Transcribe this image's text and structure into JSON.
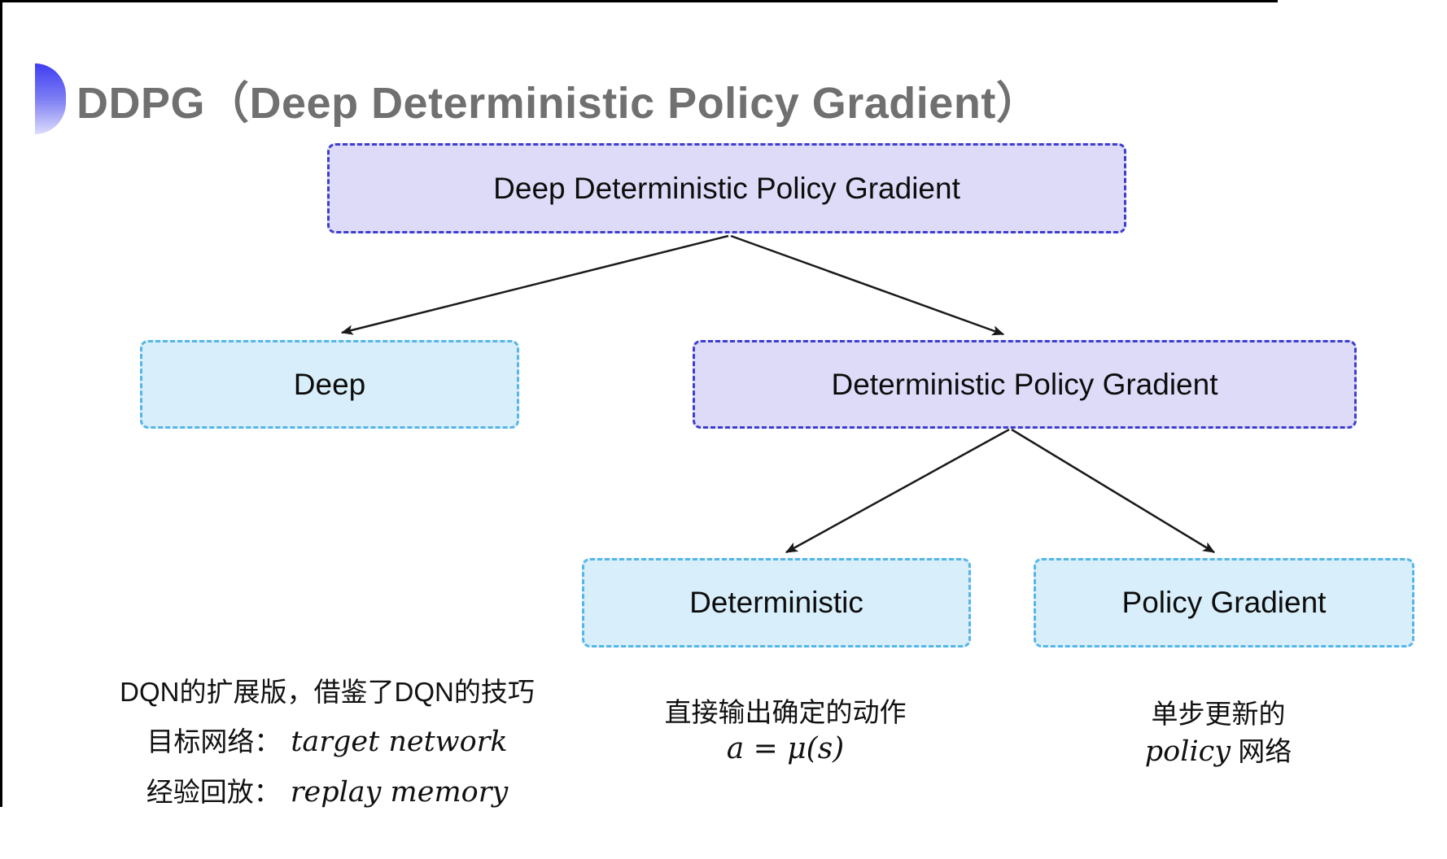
{
  "frame": {
    "title": "DDPG（Deep Deterministic Policy Gradient）"
  },
  "tree": {
    "root": "Deep Deterministic Policy Gradient",
    "deep": "Deep",
    "dpg": "Deterministic Policy Gradient",
    "deterministic": "Deterministic",
    "policy_gradient": "Policy Gradient"
  },
  "notes": {
    "deep": {
      "summary": "DQN的扩展版，借鉴了DQN的技巧",
      "target_label": "目标网络：",
      "target_term": "target network",
      "replay_label": "经验回放：",
      "replay_term": "replay memory"
    },
    "deterministic": {
      "summary": "直接输出确定的动作",
      "formula": "a = μ(s)"
    },
    "policy_gradient": {
      "summary": "单步更新的",
      "term": "policy",
      "suffix": " 网络"
    }
  },
  "colors": {
    "purple_fill": "#dedbf8",
    "purple_border": "#3d3dcf",
    "cyan_fill": "#d8eefa",
    "cyan_border": "#55b6e6",
    "title_gray": "#707070",
    "text_black": "#111111",
    "arrow": "#1a1a1a",
    "bullet_gradient_top": "#3e3ef2",
    "bullet_gradient_bottom": "#dcdcfc"
  }
}
